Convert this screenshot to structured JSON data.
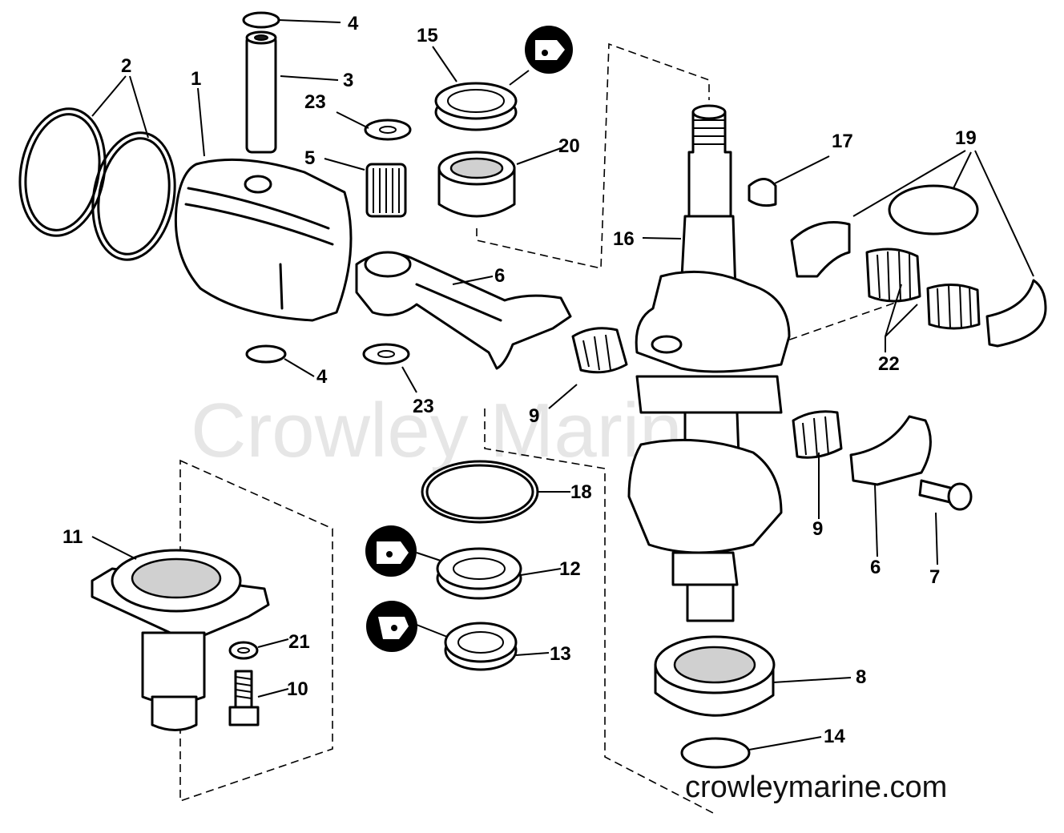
{
  "watermark": "Crowley Marine",
  "site_url": "crowleymarine.com",
  "callouts": {
    "c1": "1",
    "c2": "2",
    "c3": "3",
    "c4a": "4",
    "c4b": "4",
    "c5": "5",
    "c6a": "6",
    "c6b": "6",
    "c7": "7",
    "c8": "8",
    "c9a": "9",
    "c9b": "9",
    "c10": "10",
    "c11": "11",
    "c12": "12",
    "c13": "13",
    "c14": "14",
    "c15": "15",
    "c16": "16",
    "c17": "17",
    "c18": "18",
    "c19": "19",
    "c20": "20",
    "c21": "21",
    "c22": "22",
    "c23a": "23",
    "c23b": "23"
  }
}
